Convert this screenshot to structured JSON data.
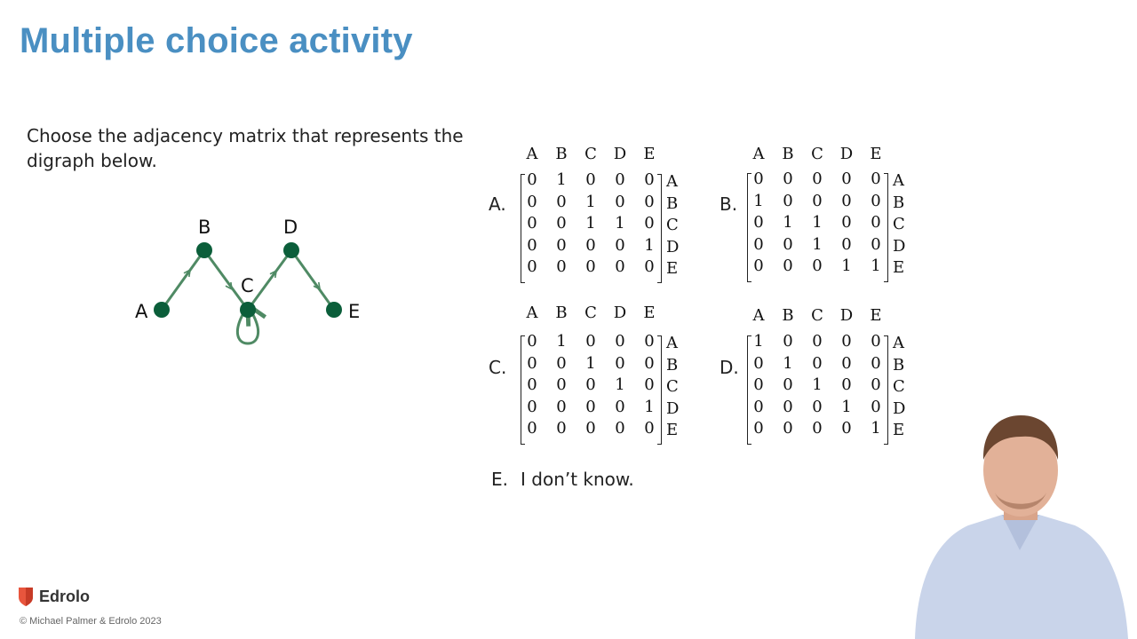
{
  "title": "Multiple choice activity",
  "prompt": "Choose the adjacency matrix that represents the digraph below.",
  "graph": {
    "nodes": [
      "A",
      "B",
      "C",
      "D",
      "E"
    ]
  },
  "options": [
    {
      "letter": "A.",
      "cols": [
        "A",
        "B",
        "C",
        "D",
        "E"
      ],
      "rows": [
        "A",
        "B",
        "C",
        "D",
        "E"
      ],
      "matrix": [
        [
          "0",
          "1",
          "0",
          "0",
          "0"
        ],
        [
          "0",
          "0",
          "1",
          "0",
          "0"
        ],
        [
          "0",
          "0",
          "1",
          "1",
          "0"
        ],
        [
          "0",
          "0",
          "0",
          "0",
          "1"
        ],
        [
          "0",
          "0",
          "0",
          "0",
          "0"
        ]
      ]
    },
    {
      "letter": "B.",
      "cols": [
        "A",
        "B",
        "C",
        "D",
        "E"
      ],
      "rows": [
        "A",
        "B",
        "C",
        "D",
        "E"
      ],
      "matrix": [
        [
          "0",
          "0",
          "0",
          "0",
          "0"
        ],
        [
          "1",
          "0",
          "0",
          "0",
          "0"
        ],
        [
          "0",
          "1",
          "1",
          "0",
          "0"
        ],
        [
          "0",
          "0",
          "1",
          "0",
          "0"
        ],
        [
          "0",
          "0",
          "0",
          "1",
          "1"
        ]
      ]
    },
    {
      "letter": "C.",
      "cols": [
        "A",
        "B",
        "C",
        "D",
        "E"
      ],
      "rows": [
        "A",
        "B",
        "C",
        "D",
        "E"
      ],
      "matrix": [
        [
          "0",
          "1",
          "0",
          "0",
          "0"
        ],
        [
          "0",
          "0",
          "1",
          "0",
          "0"
        ],
        [
          "0",
          "0",
          "0",
          "1",
          "0"
        ],
        [
          "0",
          "0",
          "0",
          "0",
          "1"
        ],
        [
          "0",
          "0",
          "0",
          "0",
          "0"
        ]
      ]
    },
    {
      "letter": "D.",
      "cols": [
        "A",
        "B",
        "C",
        "D",
        "E"
      ],
      "rows": [
        "A",
        "B",
        "C",
        "D",
        "E"
      ],
      "matrix": [
        [
          "1",
          "0",
          "0",
          "0",
          "0"
        ],
        [
          "0",
          "1",
          "0",
          "0",
          "0"
        ],
        [
          "0",
          "0",
          "1",
          "0",
          "0"
        ],
        [
          "0",
          "0",
          "0",
          "1",
          "0"
        ],
        [
          "0",
          "0",
          "0",
          "0",
          "1"
        ]
      ]
    }
  ],
  "option_e": {
    "letter": "E.",
    "text": "I don’t know."
  },
  "brand": {
    "name": "Edrolo",
    "copyright": "© Michael Palmer & Edrolo 2023"
  },
  "colors": {
    "title": "#4a8fc2",
    "edge": "#4f8a64",
    "node": "#0b5e3a",
    "logo": "#e8553d"
  }
}
